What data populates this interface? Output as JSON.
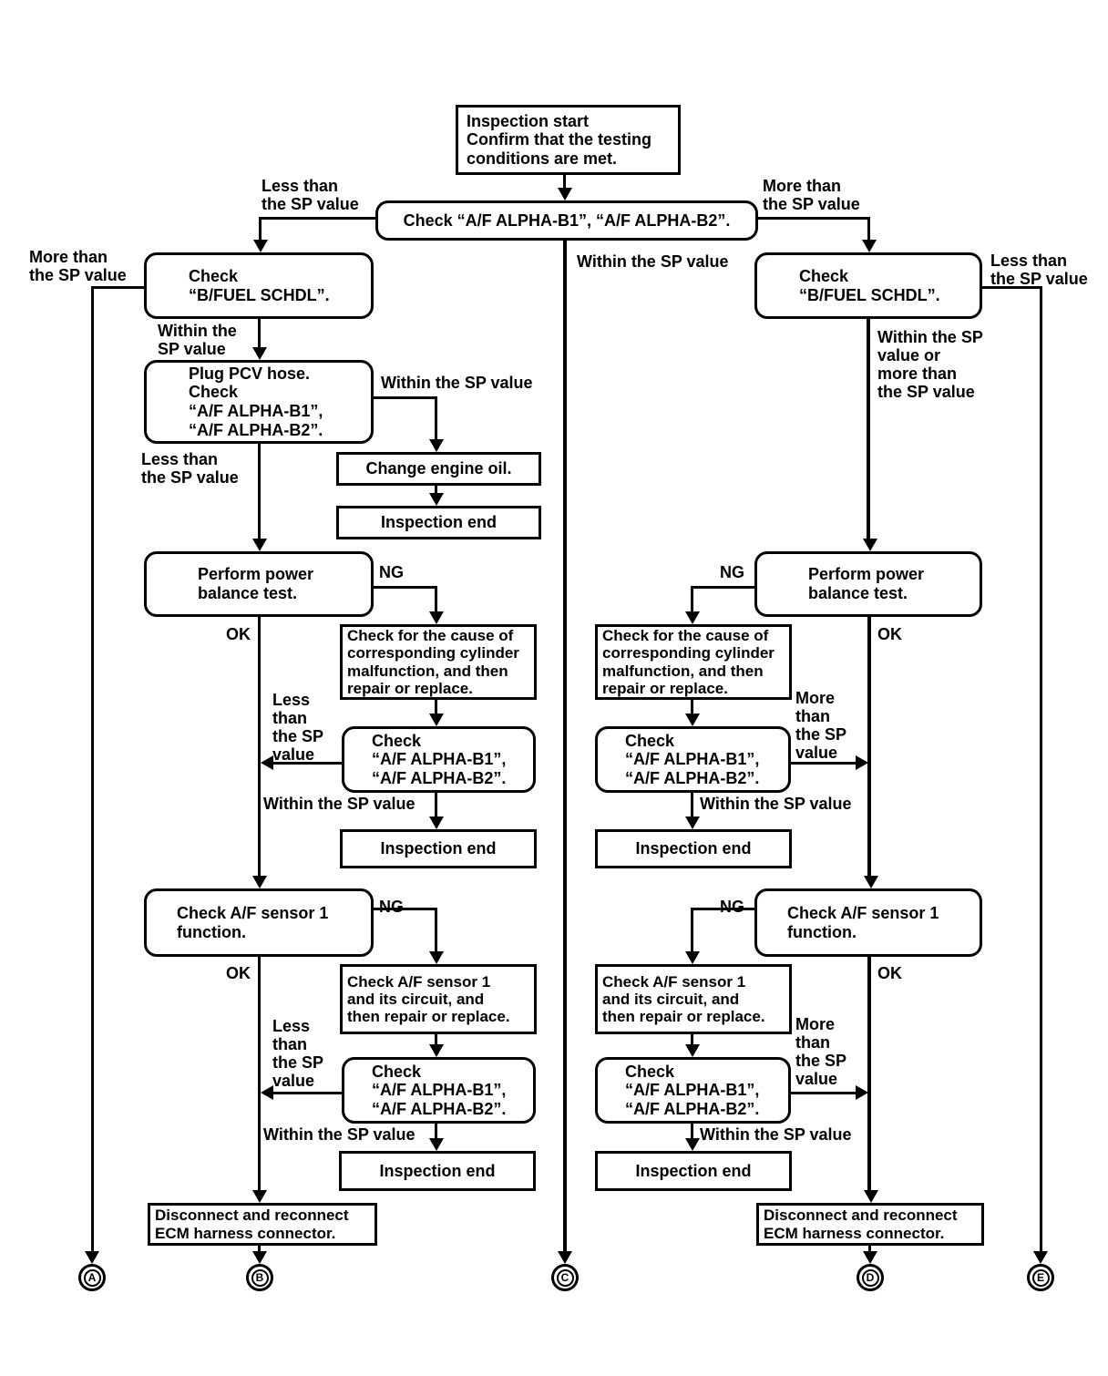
{
  "colors": {
    "line": "#000000",
    "background": "#ffffff"
  },
  "diagram": {
    "nodes": {
      "start": "Inspection start\nConfirm that the testing conditions are met.",
      "check_alpha_top": "Check “A/F ALPHA-B1”, “A/F ALPHA-B2”.",
      "check_bfuel_left": "Check\n“B/FUEL SCHDL”.",
      "check_bfuel_right": "Check\n“B/FUEL SCHDL”.",
      "plug_pcv": "Plug PCV hose.\nCheck\n“A/F ALPHA-B1”,\n“A/F ALPHA-B2”.",
      "change_oil": "Change engine oil.",
      "inspection_end_1": "Inspection end",
      "power_left": "Perform power\nbalance test.",
      "power_right": "Perform power\nbalance test.",
      "cause_left": "Check for the cause of\ncorresponding cylinder\nmalfunction, and then\nrepair or replace.",
      "cause_right": "Check for the cause of\ncorresponding cylinder\nmalfunction, and then\nrepair or replace.",
      "alpha_mid_left": "Check\n“A/F ALPHA-B1”,\n“A/F ALPHA-B2”.",
      "alpha_mid_right": "Check\n“A/F ALPHA-B1”,\n“A/F ALPHA-B2”.",
      "end_mid_left": "Inspection end",
      "end_mid_right": "Inspection end",
      "sensor_left": "Check A/F sensor 1\nfunction.",
      "sensor_right": "Check A/F sensor 1\nfunction.",
      "circuit_left": "Check A/F sensor 1\nand its circuit, and\nthen repair or replace.",
      "circuit_right": "Check A/F sensor 1\nand its circuit, and\nthen repair or replace.",
      "alpha_low_left": "Check\n“A/F ALPHA-B1”,\n“A/F ALPHA-B2”.",
      "alpha_low_right": "Check\n“A/F ALPHA-B1”,\n“A/F ALPHA-B2”.",
      "end_low_left": "Inspection end",
      "end_low_right": "Inspection end",
      "ecm_left": "Disconnect and reconnect\nECM harness connector.",
      "ecm_right": "Disconnect and reconnect\nECM harness connector."
    },
    "labels": {
      "less_top_left": "Less than\nthe SP value",
      "more_top_right": "More than\nthe SP value",
      "more_far_left": "More than\nthe SP value",
      "less_far_right": "Less than\nthe SP value",
      "within_center": "Within the SP value",
      "within_left_col": "Within the\nSP value",
      "within_or_more_right": "Within the SP\nvalue or\nmore than\nthe SP value",
      "within_pcv": "Within the SP value",
      "less_left_col": "Less than\nthe SP value",
      "ng_left_1": "NG",
      "ok_left_1": "OK",
      "ng_right_1": "NG",
      "ok_right_1": "OK",
      "less_mid_left": "Less\nthan\nthe SP\nvalue",
      "more_mid_right": "More\nthan\nthe SP\nvalue",
      "within_mid_left": "Within the SP value",
      "within_mid_right": "Within the SP value",
      "ng_left_2": "NG",
      "ok_left_2": "OK",
      "ng_right_2": "NG",
      "ok_right_2": "OK",
      "less_low_left": "Less\nthan\nthe SP\nvalue",
      "more_low_right": "More\nthan\nthe SP\nvalue",
      "within_low_left": "Within the SP value",
      "within_low_right": "Within the SP value"
    },
    "connectors": {
      "a": "A",
      "b": "B",
      "c": "C",
      "d": "D",
      "e": "E"
    }
  }
}
